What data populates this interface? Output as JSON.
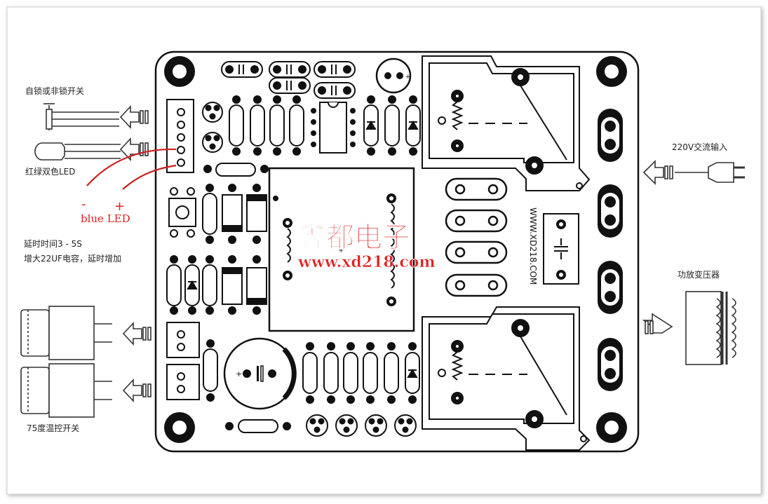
{
  "labels": {
    "self_lock_switch": "自锁或非锁开关",
    "bicolor_led": "红绿双色LED",
    "minus_sign": "-",
    "plus_sign": "+",
    "blue_led": "blue LED",
    "delay_time": "延时时间3 - 5S",
    "delay_increase": "增大22UF电容，延时增加",
    "thermal_switch": "75度温控开关",
    "ac_input": "220V交流输入",
    "amp_transformer": "功放变压器"
  },
  "brand": {
    "name": "鑫都电子",
    "url": "www.xd218.com",
    "board_text": "WWW.XD218.COM"
  },
  "colors": {
    "board_line": "#111111",
    "brand_red": "#e02020",
    "annotation_red": "#cc1f1f",
    "page_bg": "#ffffff"
  }
}
